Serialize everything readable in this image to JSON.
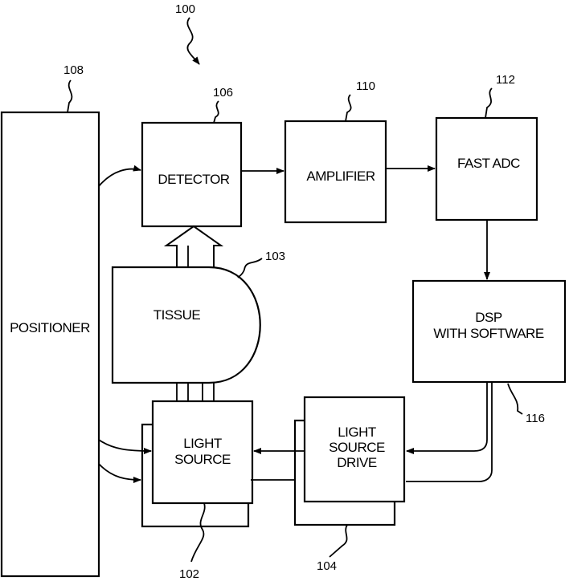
{
  "figure": {
    "ref": "100",
    "blocks": {
      "positioner": {
        "label": "POSITIONER",
        "ref": "108"
      },
      "detector": {
        "label": "DETECTOR",
        "ref": "106"
      },
      "amplifier": {
        "label": "AMPLIFIER",
        "ref": "110"
      },
      "fast_adc": {
        "label": "FAST ADC",
        "ref": "112"
      },
      "dsp": {
        "label_lines": [
          "DSP",
          "WITH SOFTWARE"
        ],
        "ref": "116"
      },
      "light_source_drive": {
        "label_lines": [
          "LIGHT",
          "SOURCE",
          "DRIVE"
        ],
        "ref": "104"
      },
      "light_source": {
        "label_lines": [
          "LIGHT",
          "SOURCE"
        ],
        "ref": "102"
      },
      "tissue": {
        "label": "TISSUE",
        "ref": "103"
      }
    }
  }
}
